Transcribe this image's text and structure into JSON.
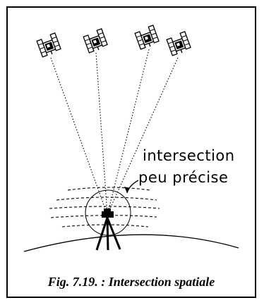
{
  "figure": {
    "annotation": {
      "line1": "intersection",
      "line2": "peu précise"
    },
    "caption": "Fig. 7.19. : Intersection spatiale",
    "satellites": [
      {
        "name": "satellite-1"
      },
      {
        "name": "satellite-2"
      },
      {
        "name": "satellite-3"
      },
      {
        "name": "satellite-4"
      }
    ],
    "colors": {
      "ink": "#000000",
      "background": "#ffffff"
    },
    "icons": [
      "satellite-icon",
      "tripod-receiver-icon"
    ]
  }
}
